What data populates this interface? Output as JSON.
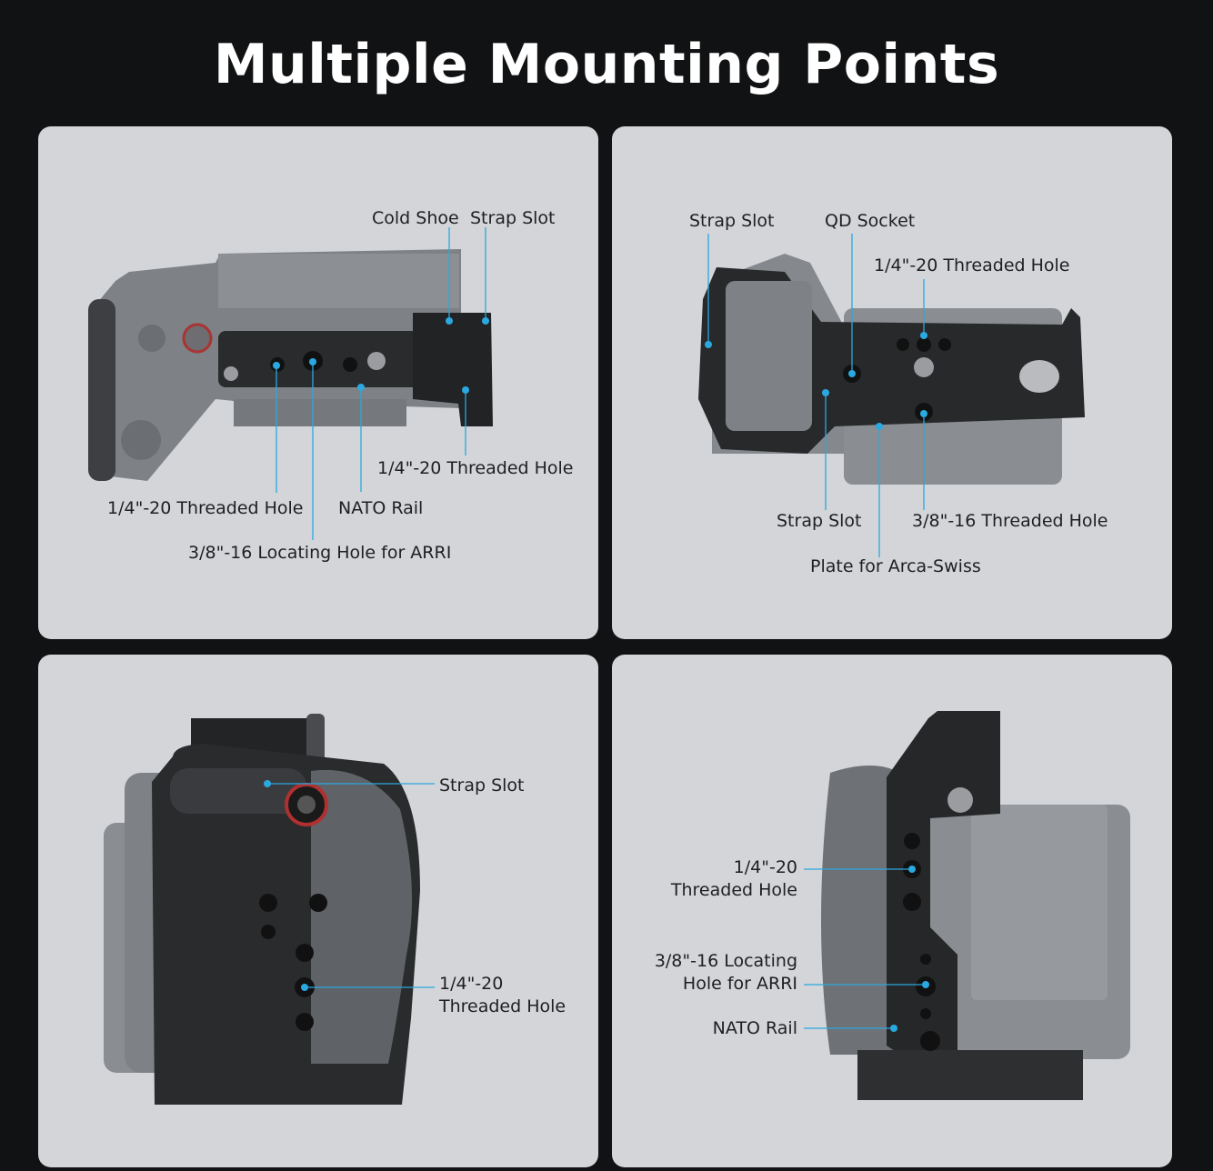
{
  "title": "Multiple Mounting Points",
  "accent_color": "#2aa8e0",
  "panels": [
    {
      "view": "top",
      "labels": {
        "cold_shoe": "Cold Shoe",
        "strap_slot": "Strap Slot",
        "threaded_hole_right": "1/4\"-20 Threaded Hole",
        "threaded_hole_left": "1/4\"-20 Threaded Hole",
        "nato_rail": "NATO Rail",
        "locating_hole": "3/8\"-16 Locating Hole for ARRI"
      }
    },
    {
      "view": "bottom",
      "labels": {
        "strap_slot_top": "Strap Slot",
        "qd_socket": "QD Socket",
        "threaded_hole": "1/4\"-20 Threaded Hole",
        "strap_slot_bottom": "Strap Slot",
        "threaded_hole_38": "3/8\"-16 Threaded Hole",
        "arca_plate": "Plate for Arca-Swiss"
      }
    },
    {
      "view": "grip-side",
      "labels": {
        "strap_slot": "Strap Slot",
        "threaded_hole_line1": "1/4\"-20",
        "threaded_hole_line2": "Threaded Hole"
      }
    },
    {
      "view": "left-side",
      "labels": {
        "threaded_hole_line1": "1/4\"-20",
        "threaded_hole_line2": "Threaded Hole",
        "locating_hole_line1": "3/8\"-16 Locating",
        "locating_hole_line2": "Hole for ARRI",
        "nato_rail": "NATO Rail"
      }
    }
  ]
}
